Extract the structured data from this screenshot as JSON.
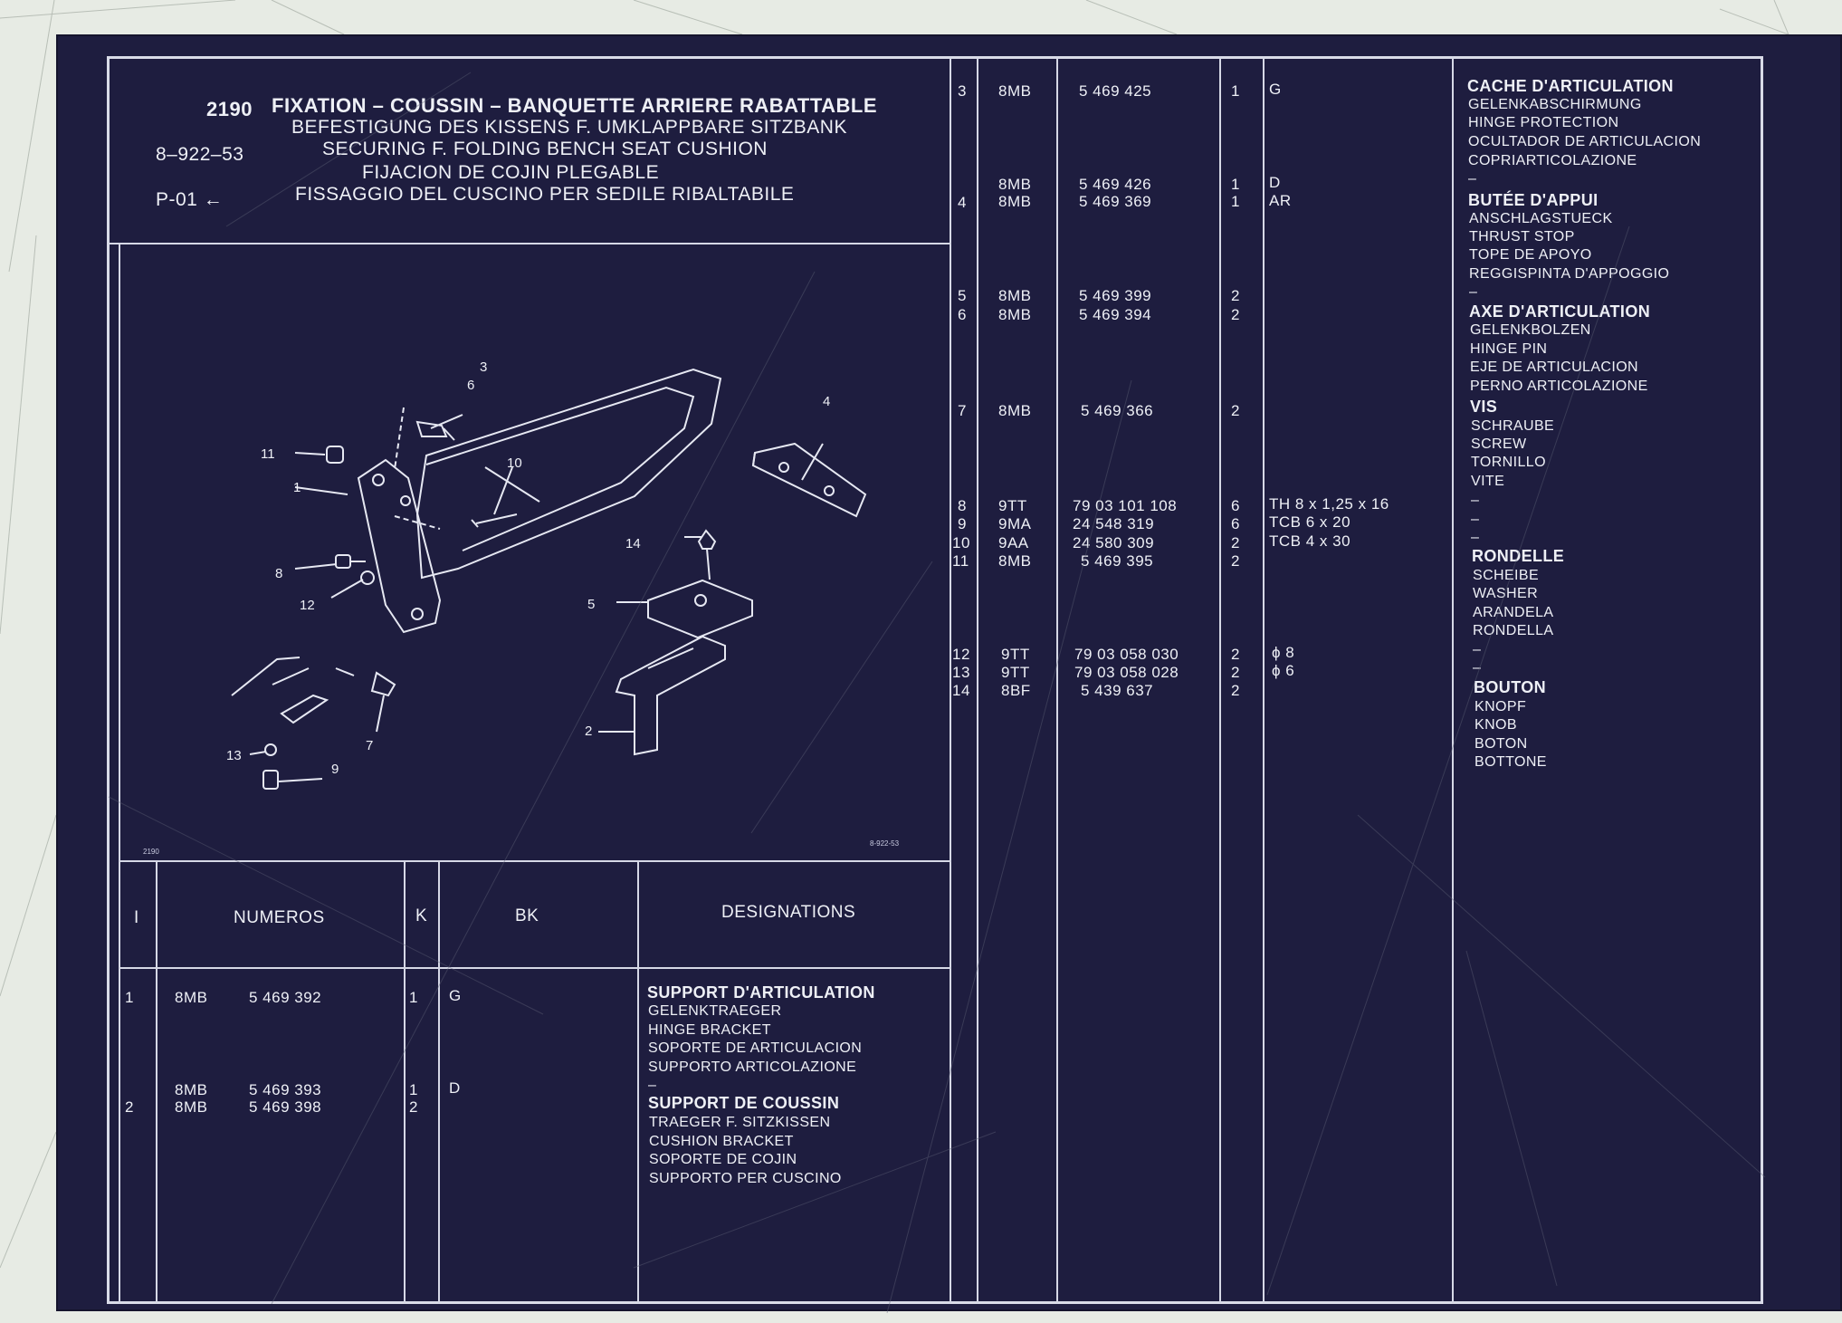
{
  "header": {
    "code": "2190",
    "title_fr": "FIXATION – COUSSIN – BANQUETTE ARRIERE RABATTABLE",
    "title_de": "BEFESTIGUNG DES KISSENS F. UMKLAPPBARE SITZBANK",
    "title_en": "SECURING F. FOLDING BENCH SEAT CUSHION",
    "title_es": "FIJACION DE COJIN PLEGABLE",
    "title_it": "FISSAGGIO DEL CUSCINO PER SEDILE RIBALTABILE",
    "plate_ref": "8–922–53",
    "page_ref": "P-01 ←"
  },
  "diagram": {
    "corner_left": "2190",
    "corner_right": "8-922-53",
    "callouts": [
      "1",
      "2",
      "3",
      "4",
      "5",
      "6",
      "7",
      "8",
      "9",
      "10",
      "11",
      "12",
      "13",
      "14"
    ]
  },
  "columns": {
    "index": "I",
    "numeros": "NUMEROS",
    "k": "K",
    "bk": "BK",
    "designations": "DESIGNATIONS"
  },
  "rows_left": [
    {
      "idx": "1",
      "prefix": "8MB",
      "number": "5 469 392",
      "k": "1",
      "bk": "G",
      "desc": [
        "SUPPORT D'ARTICULATION",
        "GELENKTRAEGER",
        "HINGE BRACKET",
        "SOPORTE DE ARTICULACION",
        "SUPPORTO ARTICOLAZIONE",
        "–"
      ]
    },
    {
      "idx": "2",
      "prefix": [
        "8MB",
        "8MB"
      ],
      "number": [
        "5 469 393",
        "5 469 398"
      ],
      "k": [
        "1",
        "2"
      ],
      "bk": "D",
      "desc": [
        "SUPPORT DE COUSSIN",
        "TRAEGER F. SITZKISSEN",
        "CUSHION BRACKET",
        "SOPORTE DE COJIN",
        "SUPPORTO PER CUSCINO"
      ]
    }
  ],
  "rows_right": [
    {
      "idx": "3",
      "prefix": "8MB",
      "number": "5 469 425",
      "k": "1",
      "bk": "G"
    },
    {
      "idx": "4",
      "prefix": [
        "8MB",
        "8MB"
      ],
      "number": [
        "5 469 426",
        "5 469 369"
      ],
      "k": [
        "1",
        "1"
      ],
      "bk": [
        "D",
        "AR"
      ]
    },
    {
      "idx": "5",
      "prefix": "8MB",
      "number": "5 469 399",
      "k": "2"
    },
    {
      "idx": "6",
      "prefix": "8MB",
      "number": "5 469 394",
      "k": "2"
    },
    {
      "idx": "7",
      "prefix": "8MB",
      "number": "5 469 366",
      "k": "2"
    },
    {
      "idx": "8",
      "prefix": "9TT",
      "number": "79 03 101 108",
      "k": "6",
      "bk": "TH 8 x 1,25 x 16"
    },
    {
      "idx": "9",
      "prefix": "9MA",
      "number": "24 548 319",
      "k": "6",
      "bk": "TCB 6 x 20"
    },
    {
      "idx": "10",
      "prefix": "9AA",
      "number": "24 580 309",
      "k": "2",
      "bk": "TCB 4 x 30"
    },
    {
      "idx": "11",
      "prefix": "8MB",
      "number": "5 469 395",
      "k": "2"
    },
    {
      "idx": "12",
      "prefix": "9TT",
      "number": "79 03 058 030",
      "k": "2",
      "bk": "ϕ 8"
    },
    {
      "idx": "13",
      "prefix": "9TT",
      "number": "79 03 058 028",
      "k": "2",
      "bk": "ϕ 6"
    },
    {
      "idx": "14",
      "prefix": "8BF",
      "number": "5 439 637",
      "k": "2"
    }
  ],
  "designations_right": [
    "CACHE D'ARTICULATION",
    "GELENKABSCHIRMUNG",
    "HINGE PROTECTION",
    "OCULTADOR DE ARTICULACION",
    "COPRIARTICOLAZIONE",
    "–",
    "BUTÉE D'APPUI",
    "ANSCHLAGSTUECK",
    "THRUST STOP",
    "TOPE DE APOYO",
    "REGGISPINTA D'APPOGGIO",
    "–",
    "AXE D'ARTICULATION",
    "GELENKBOLZEN",
    "HINGE PIN",
    "EJE DE ARTICULACION",
    "PERNO ARTICOLAZIONE",
    "VIS",
    "SCHRAUBE",
    "SCREW",
    "TORNILLO",
    "VITE",
    "–",
    "–",
    "–",
    "RONDELLE",
    "SCHEIBE",
    "WASHER",
    "ARANDELA",
    "RONDELLA",
    "–",
    "–",
    "BOUTON",
    "KNOPF",
    "KNOB",
    "BOTON",
    "BOTTONE"
  ]
}
